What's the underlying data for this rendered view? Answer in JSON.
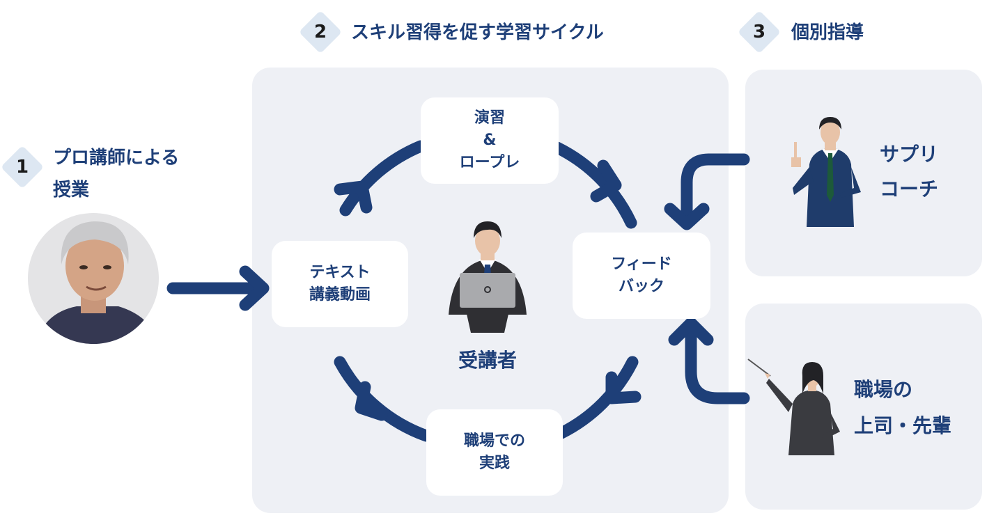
{
  "step1": {
    "number": "1",
    "title_line1": "プロ講師による",
    "title_line2": "授業",
    "photo": "instructor-photo"
  },
  "step2": {
    "number": "2",
    "title": "スキル習得を促す学習サイクル"
  },
  "step3": {
    "number": "3",
    "title": "個別指導"
  },
  "cycle": {
    "top_node": {
      "line1": "演習",
      "line2": "&",
      "line3": "ロープレ"
    },
    "left_node": {
      "line1": "テキスト",
      "line2": "講義動画"
    },
    "right_node": {
      "line1": "フィード",
      "line2": "バック"
    },
    "bottom_node": {
      "line1": "職場での",
      "line2": "実践"
    },
    "center_label": "受講者"
  },
  "coach": {
    "line1": "サプリ",
    "line2": "コーチ"
  },
  "boss": {
    "line1": "職場の",
    "line2": "上司・先輩"
  },
  "colors": {
    "accent": "#1e3f78",
    "panel": "#eef0f5",
    "badge": "#dde7f2"
  }
}
